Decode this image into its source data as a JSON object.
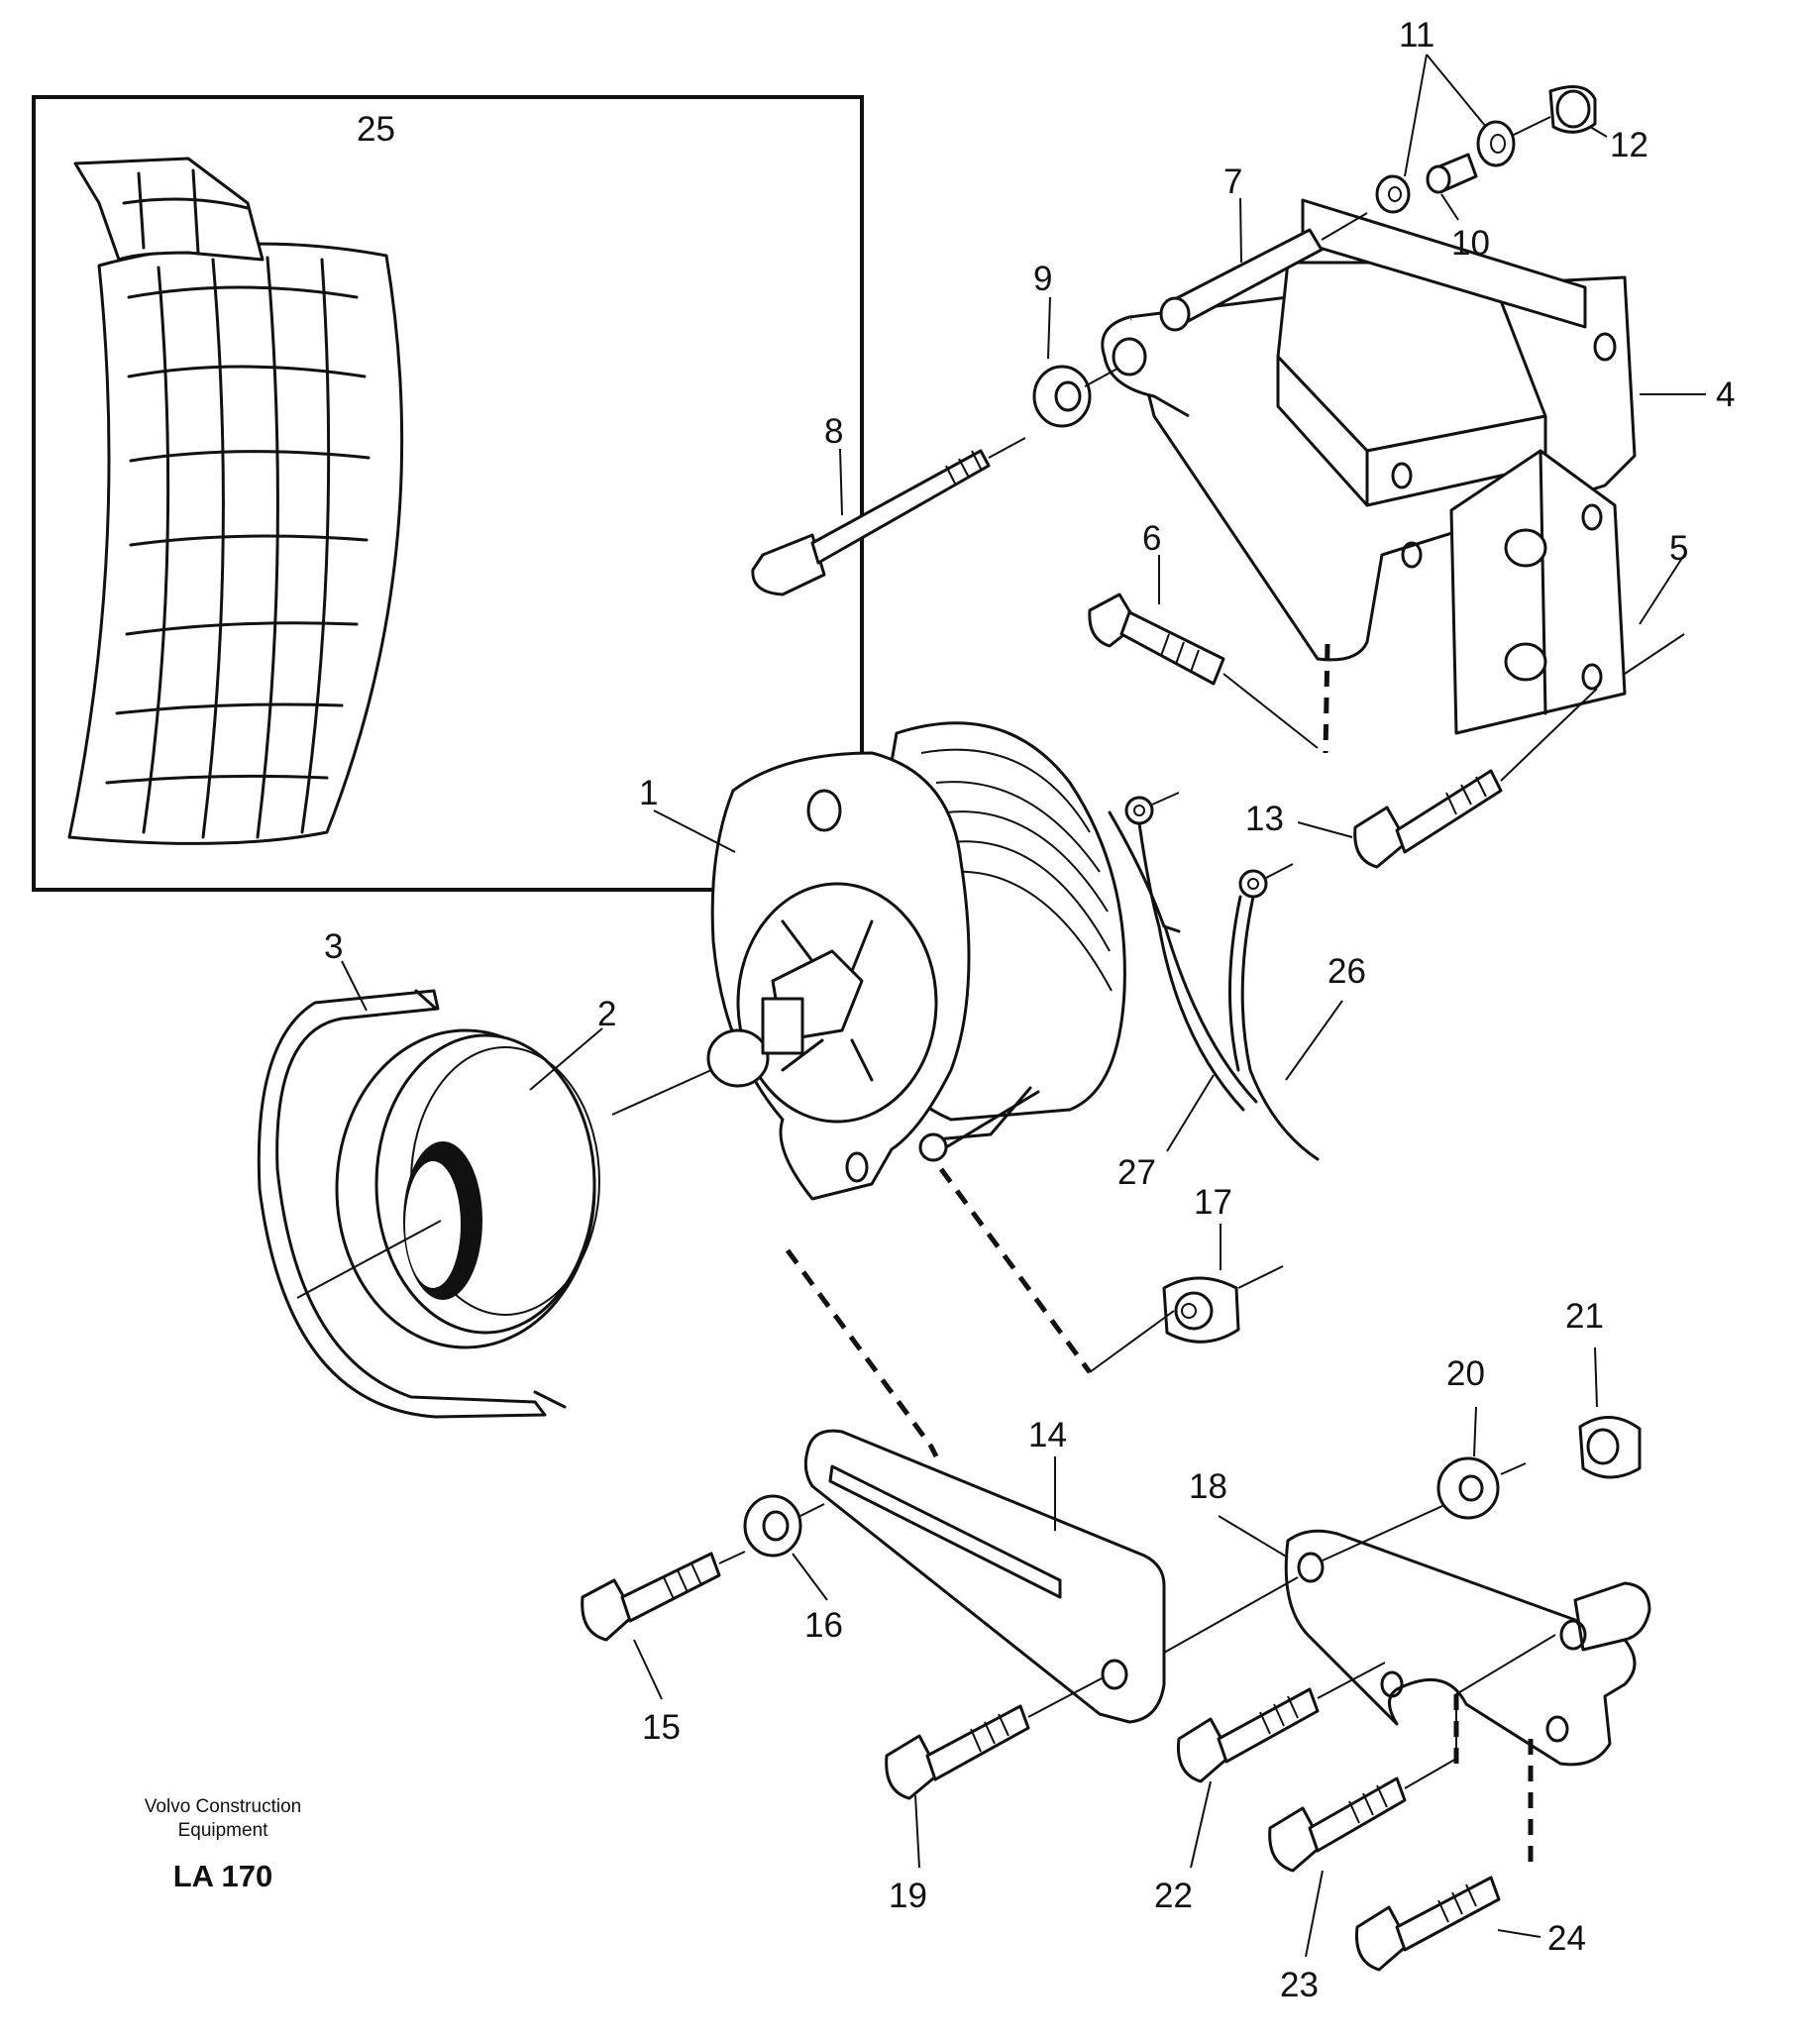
{
  "callouts": {
    "c1": "1",
    "c2": "2",
    "c3": "3",
    "c4": "4",
    "c5": "5",
    "c6": "6",
    "c7": "7",
    "c8": "8",
    "c9": "9",
    "c10": "10",
    "c11": "11",
    "c12": "12",
    "c13": "13",
    "c14": "14",
    "c15": "15",
    "c16": "16",
    "c17": "17",
    "c18": "18",
    "c19": "19",
    "c20": "20",
    "c21": "21",
    "c22": "22",
    "c23": "23",
    "c24": "24",
    "c25": "25",
    "c26": "26",
    "c27": "27"
  },
  "footer": {
    "maker_line1": "Volvo Construction",
    "maker_line2": "Equipment",
    "code": "LA 170"
  }
}
